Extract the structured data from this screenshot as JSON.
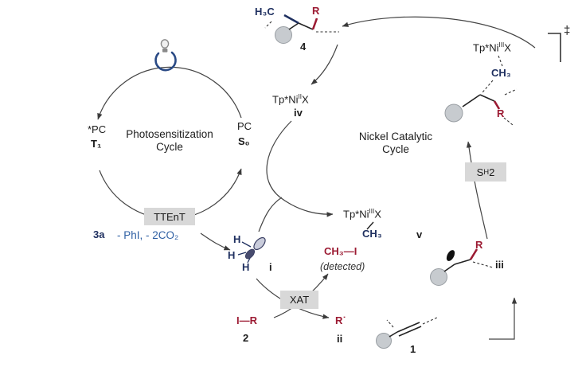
{
  "colors": {
    "navy_methyl": "#1f3060",
    "dark_red": "#9c1b33",
    "blue_byproducts": "#2e5fa3",
    "box_gray": "#d8d8d8",
    "sphere_gray": "#c7cbcf",
    "arrow_gray": "#444444"
  },
  "photo_cycle": {
    "title_line1": "Photosensitization",
    "title_line2": "Cycle",
    "excited_pc": "*PC",
    "excited_state": "T₁",
    "ground_pc": "PC",
    "ground_state": "S₀",
    "ttent_box": "TTEnT",
    "substrate": "3a",
    "byproducts": "- PhI, - 2CO₂"
  },
  "nickel_cycle": {
    "title_line1": "Nickel Catalytic",
    "title_line2": "Cycle",
    "ni_ii": {
      "prefix": "Tp*Ni",
      "sup": "II",
      "suffix": "X"
    },
    "ni_ii_label": "iv",
    "ni_iii": {
      "prefix": "Tp*Ni",
      "sup": "III",
      "suffix": "X"
    },
    "ni_iii_methyl": "CH₃",
    "ni_iii_label": "v",
    "ts_ni": {
      "prefix": "Tp*Ni",
      "sup": "III",
      "suffix": "X"
    },
    "ts_methyl": "CH₃",
    "ts_r": "R",
    "ts_dagger": "‡",
    "sh2_box": {
      "s": "S",
      "sub": "H",
      "two": "2"
    }
  },
  "species": {
    "product": {
      "methyl": "H₃C",
      "r": "R",
      "number": "4"
    },
    "methyl_radical": {
      "h_top": "H",
      "h_left": "H",
      "h_bottom": "H",
      "label": "i"
    },
    "methyl_iodide": {
      "formula": "CH₃—I",
      "note": "(detected)"
    },
    "xat_box": "XAT",
    "alkyl_iodide": {
      "formula": "I—R",
      "number": "2"
    },
    "alkyl_radical": {
      "formula": "R˙",
      "label": "ii"
    },
    "alkene": {
      "number": "1"
    },
    "radical_adduct": {
      "r": "R",
      "label": "iii"
    }
  }
}
